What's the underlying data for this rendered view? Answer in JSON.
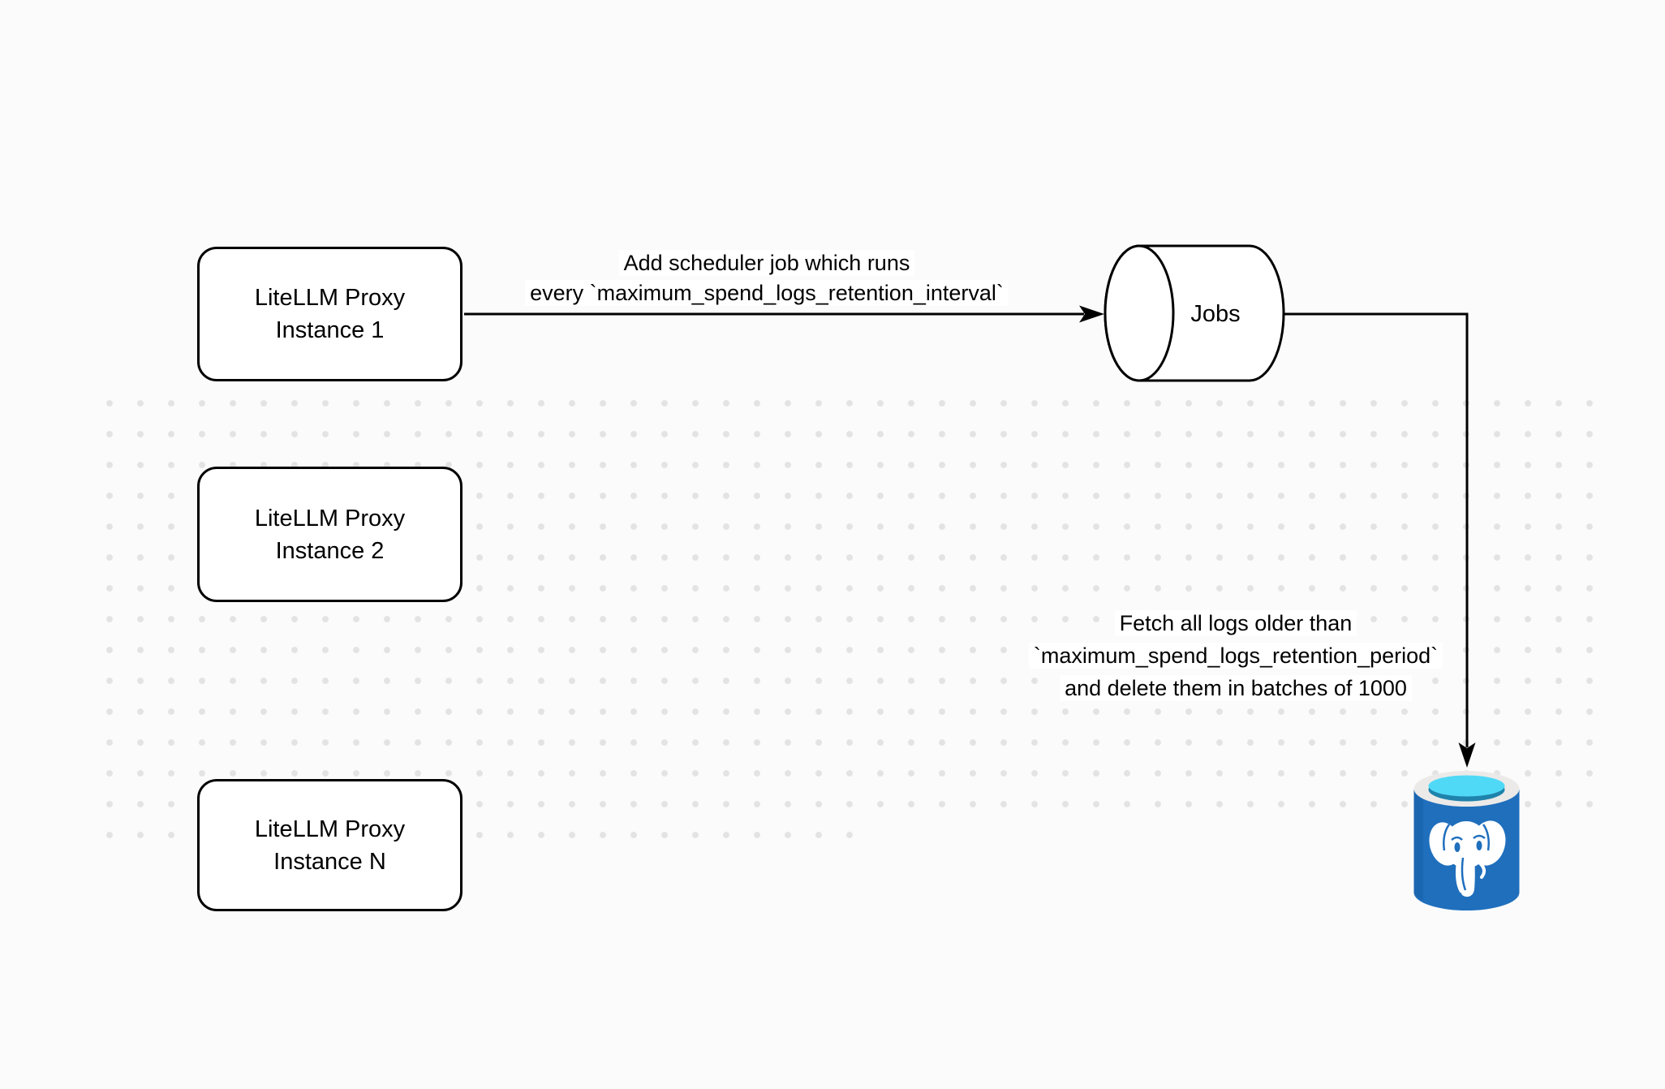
{
  "diagram": {
    "background_color": "#FBFBFB",
    "grid_dot_color": "#E3E3E3",
    "stroke_color": "#000000",
    "proxies": [
      {
        "line1": "LiteLLM Proxy",
        "line2": "Instance 1"
      },
      {
        "line1": "LiteLLM Proxy",
        "line2": "Instance 2"
      },
      {
        "line1": "LiteLLM Proxy",
        "line2": "Instance N"
      }
    ],
    "jobs_queue": {
      "label": "Jobs"
    },
    "database": {
      "icon": "postgresql-database-icon",
      "colors": {
        "body": "#1F6FBD",
        "body_dark": "#185FA6",
        "rim": "#ECEAE8",
        "water": "#4FD9F7",
        "water_dark": "#1F83AC",
        "elephant": "#FFFFFF",
        "detail": "#1F6FBD"
      }
    },
    "edges": {
      "schedule": {
        "line1": "Add scheduler job which runs",
        "line2": "every `maximum_spend_logs_retention_interval`"
      },
      "cleanup": {
        "line1": "Fetch all logs older than",
        "line2": "`maximum_spend_logs_retention_period`",
        "line3": "and delete them in batches of 1000"
      }
    }
  }
}
